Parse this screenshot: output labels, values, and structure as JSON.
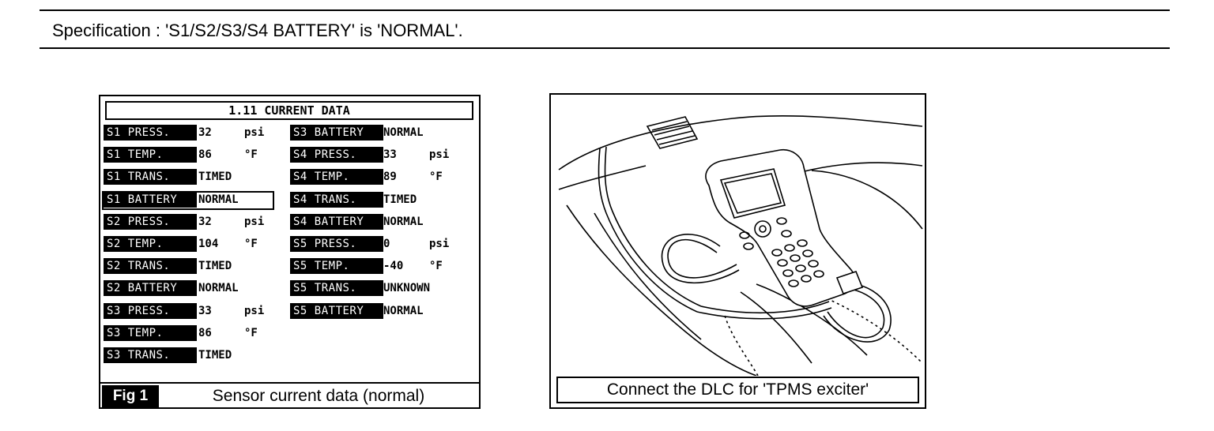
{
  "specification": "Specification : 'S1/S2/S3/S4 BATTERY' is 'NORMAL'.",
  "figure1": {
    "screen_title": "1.11 CURRENT DATA",
    "left_rows": [
      {
        "label": "S1 PRESS.",
        "value": "32",
        "unit": "psi"
      },
      {
        "label": "S1 TEMP.",
        "value": "86",
        "unit": "°F"
      },
      {
        "label": "S1 TRANS.",
        "value": "TIMED",
        "unit": ""
      },
      {
        "label": "S1 BATTERY",
        "value": "NORMAL",
        "unit": ""
      },
      {
        "label": "S2 PRESS.",
        "value": "32",
        "unit": "psi"
      },
      {
        "label": "S2 TEMP.",
        "value": "104",
        "unit": "°F"
      },
      {
        "label": "S2 TRANS.",
        "value": "TIMED",
        "unit": ""
      },
      {
        "label": "S2 BATTERY",
        "value": "NORMAL",
        "unit": ""
      },
      {
        "label": "S3 PRESS.",
        "value": "33",
        "unit": "psi"
      },
      {
        "label": "S3 TEMP.",
        "value": "86",
        "unit": "°F"
      },
      {
        "label": "S3 TRANS.",
        "value": "TIMED",
        "unit": ""
      }
    ],
    "right_rows": [
      {
        "label": "S3 BATTERY",
        "value": "NORMAL",
        "unit": ""
      },
      {
        "label": "S4 PRESS.",
        "value": "33",
        "unit": "psi"
      },
      {
        "label": "S4 TEMP.",
        "value": "89",
        "unit": "°F"
      },
      {
        "label": "S4 TRANS.",
        "value": "TIMED",
        "unit": ""
      },
      {
        "label": "S4 BATTERY",
        "value": "NORMAL",
        "unit": ""
      },
      {
        "label": "S5 PRESS.",
        "value": "0",
        "unit": "psi"
      },
      {
        "label": "S5 TEMP.",
        "value": "-40",
        "unit": "°F"
      },
      {
        "label": "S5 TRANS.",
        "value": "UNKNOWN",
        "unit": ""
      },
      {
        "label": "S5 BATTERY",
        "value": "NORMAL",
        "unit": ""
      }
    ],
    "highlighted_row": "S1 BATTERY",
    "fig_tag": "Fig 1",
    "caption": "Sensor current data (normal)"
  },
  "figure2": {
    "caption": "Connect the DLC for 'TPMS exciter'"
  }
}
